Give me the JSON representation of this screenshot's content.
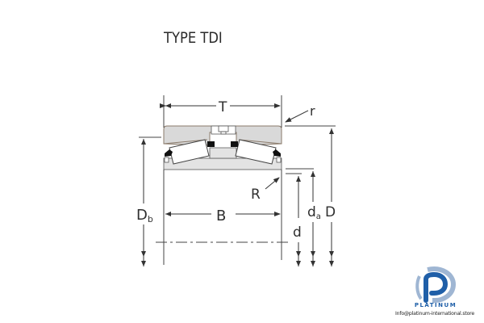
{
  "title": "TYPE TDI",
  "diagram": {
    "type": "tapered-roller-bearing-cross-section",
    "labels": {
      "T": "T",
      "r": "r",
      "R": "R",
      "B": "B",
      "Db_main": "D",
      "Db_sub": "b",
      "da_main": "d",
      "da_sub": "a",
      "d": "d",
      "D": "D"
    },
    "colors": {
      "line": "#3a3a3a",
      "fill_ring": "#d9d9d9",
      "seal": "#111111",
      "background": "#ffffff"
    }
  },
  "logo": {
    "brand": "PLATINUM",
    "email": "Info@platinum-international.store",
    "colors": {
      "primary": "#1f5fa8",
      "secondary": "#9fb6d3"
    }
  }
}
